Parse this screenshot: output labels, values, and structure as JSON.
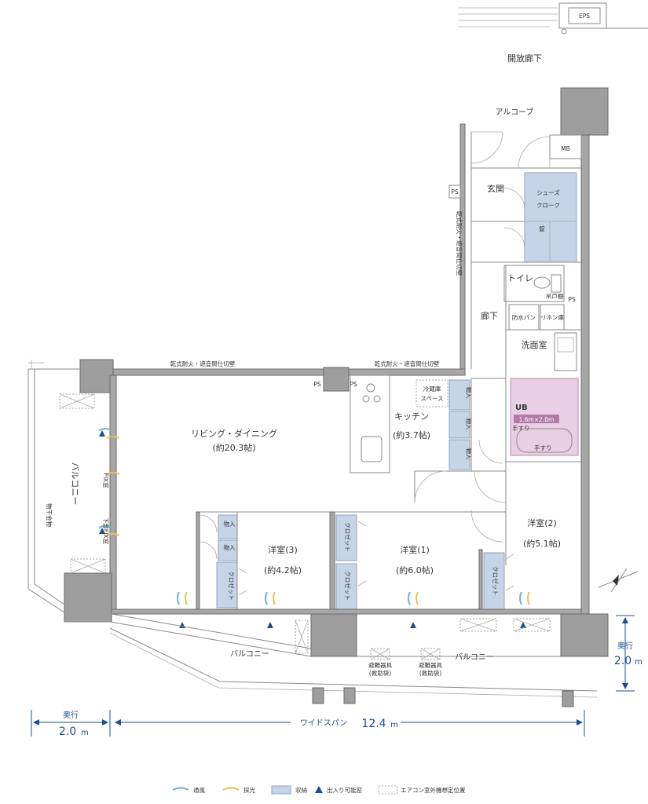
{
  "rooms": {
    "eps": "EPS",
    "open_corridor": "開放廊下",
    "alcove": "アルコーブ",
    "mb": "MB",
    "entrance": "玄関",
    "shoes_cloak_1": "シューズ",
    "shoes_cloak_2": "クローク",
    "lock": "錠",
    "toilet": "トイレ",
    "toilet_cabinet": "吊戸棚",
    "ps": "PS",
    "hallway": "廊下",
    "waterproof_pan": "防水パン",
    "linen": "リネン庫",
    "washroom": "洗面室",
    "ub": "UB",
    "ub_size": "1.6m×2.0m",
    "handrail": "手すり",
    "fridge_1": "冷蔵庫",
    "fridge_2": "スペース",
    "kitchen": "キッチン",
    "kitchen_size": "(約3.7帖)",
    "storage": "物入",
    "living": "リビング・ダイニング",
    "living_size": "(約20.3帖)",
    "western3": "洋室(3)",
    "western3_size": "(約4.2帖)",
    "western1": "洋室(1)",
    "western1_size": "(約6.0帖)",
    "western2": "洋室(2)",
    "western2_size": "(約5.1帖)",
    "closet": "クロゼット",
    "balcony": "バルコニー",
    "laundry": "物干金物",
    "window_left": "FIX窓",
    "window_left2": "下部FIX窓",
    "fire_wall": "乾式耐火・遮音間仕切壁",
    "evac_1": "避難器具",
    "evac_1_sub": "(救助袋)",
    "evac_2": "避難器具",
    "evac_2_sub": "(救助袋)"
  },
  "dimensions": {
    "depth_label": "奥行",
    "depth_value": "2.0",
    "depth_unit": "m",
    "span_label": "ワイドスパン",
    "span_value": "12.4",
    "span_unit": "m"
  },
  "legend": {
    "ventilation": "通風",
    "daylight": "採光",
    "storage": "収納",
    "door_window": "出入り可能窓",
    "ac_unit": "エアコン室外機想定位置"
  },
  "colors": {
    "storage": "#c5d4e6",
    "ub": "#e9cfe5",
    "dimension": "#1c4f8f",
    "wind": "#6fb4d8",
    "sun": "#e6c35a"
  }
}
